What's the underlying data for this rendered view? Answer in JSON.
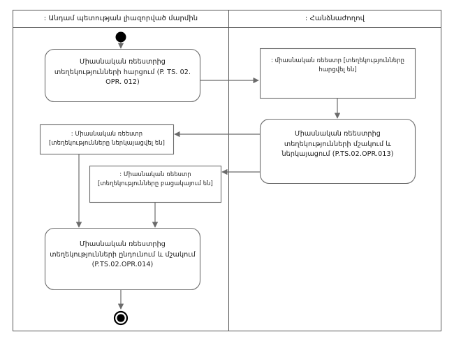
{
  "diagram": {
    "type": "uml-activity-diagram",
    "background_color": "#ffffff",
    "line_color": "#6b6b6b",
    "frame_color": "#555555",
    "text_color": "#1a1a1a"
  },
  "lanes": [
    {
      "id": "lane-member-state",
      "title": ": Անդամ պետության լիազորված մարմին"
    },
    {
      "id": "lane-commission",
      "title": ": Հանձնաժողով"
    }
  ],
  "nodes": {
    "initial": {
      "name": "initial-node",
      "label": ""
    },
    "activity_request": {
      "label": "Միասնական ռեեստրից տեղեկությունների հարցում (P. TS. 02. OPR. 012)"
    },
    "object_registry_requested": {
      "label": ": միասնական ռեեստր [տեղեկությունները հարցվել են]"
    },
    "activity_process_present": {
      "label": "Միասնական ռեեստրից տեղեկությունների մշակում և ներկայացում (P.TS.02.OPR.013)"
    },
    "object_registry_presented": {
      "label": ": Միասնական ռեեստր [տեղեկությունները ներկայացվել են]"
    },
    "object_registry_absent": {
      "label": ": Միասնական ռեեստր [տեղեկությունները բացակայում են]"
    },
    "activity_receive_process": {
      "label": "Միասնական ռեեստրից տեղեկությունների ընդունում և մշակում (P.TS.02.OPR.014)"
    },
    "final": {
      "name": "final-node",
      "label": ""
    }
  },
  "edges": [
    {
      "from": "initial",
      "to": "activity_request",
      "kind": "control-flow"
    },
    {
      "from": "activity_request",
      "to": "object_registry_requested",
      "kind": "control-flow"
    },
    {
      "from": "object_registry_requested",
      "to": "activity_process_present",
      "kind": "control-flow"
    },
    {
      "from": "activity_process_present",
      "to": "object_registry_presented",
      "kind": "control-flow"
    },
    {
      "from": "activity_process_present",
      "to": "object_registry_absent",
      "kind": "control-flow"
    },
    {
      "from": "object_registry_presented",
      "to": "activity_receive_process",
      "kind": "control-flow"
    },
    {
      "from": "object_registry_absent",
      "to": "activity_receive_process",
      "kind": "control-flow"
    },
    {
      "from": "activity_receive_process",
      "to": "final",
      "kind": "control-flow"
    }
  ]
}
